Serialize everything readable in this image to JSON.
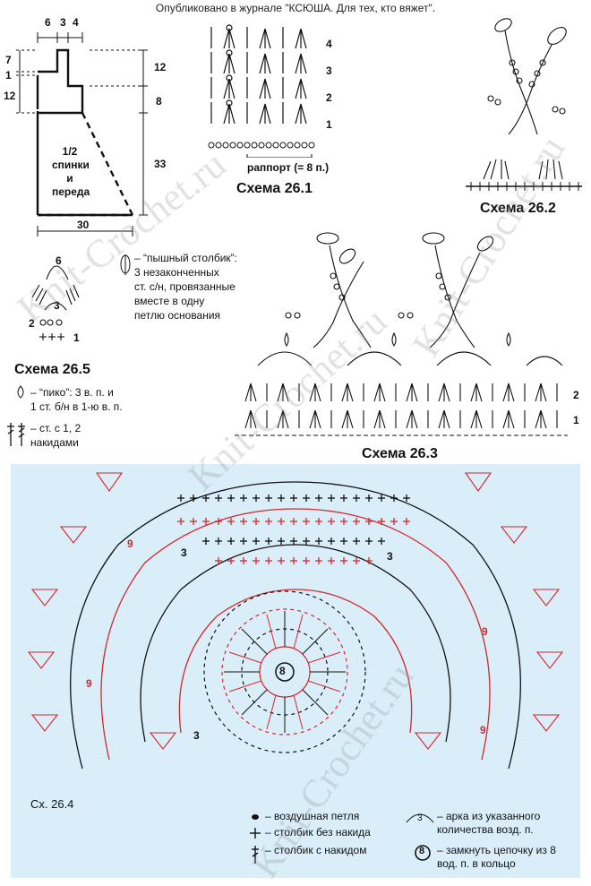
{
  "header": {
    "published": "Опубликовано в журнале \"КСЮША. Для тех, кто вяжет\"."
  },
  "pattern": {
    "top_dims": [
      "6",
      "3",
      "4"
    ],
    "left_dims": [
      "7",
      "1",
      "12"
    ],
    "right_dims": [
      "12",
      "8",
      "33"
    ],
    "bottom_dim": "30",
    "piece_label": [
      "1/2",
      "спинки",
      "и",
      "переда"
    ]
  },
  "schema_26_1": {
    "title": "Схема 26.1",
    "rows": [
      "4",
      "3",
      "2",
      "1"
    ],
    "rapport": "раппорт (= 8 п.)"
  },
  "schema_26_2": {
    "title": "Схема 26.2"
  },
  "schema_26_3": {
    "title": "Схема 26.3",
    "rows": [
      "2",
      "1"
    ]
  },
  "schema_26_5": {
    "title": "Схема 26.5",
    "labels": [
      "6",
      "3",
      "2",
      "1"
    ]
  },
  "legend_top": {
    "pyshny": [
      "– “пышный столбик”:",
      "3 незаконченных",
      "ст. с/н, провязанные",
      "вместе в одну",
      "петлю основания"
    ],
    "piko": [
      "– “пико”: 3 в. п. и",
      "1 ст. б/н в 1-ю в. п."
    ],
    "st12": [
      "– ст. с 1, 2",
      "накидами"
    ]
  },
  "schema_26_4": {
    "label": "Сх. 26.4",
    "center_label": "8",
    "arc_labels": [
      "9",
      "3",
      "3",
      "3",
      "9",
      "9",
      "9"
    ],
    "legend": {
      "ch": "– воздушная петля",
      "sc": "– столбик без накида",
      "dc": "– столбик с накидом",
      "arc": "– арка из указанного количества возд. п.",
      "ring": "– замкнуть цепочку из 8 вод. п. в кольцо",
      "arc_num": "3",
      "ring_num": "8"
    }
  },
  "watermark": "Knit-Crochet.ru",
  "colors": {
    "red": "#d8262b",
    "black": "#111111",
    "panel": "#d9eef8"
  }
}
